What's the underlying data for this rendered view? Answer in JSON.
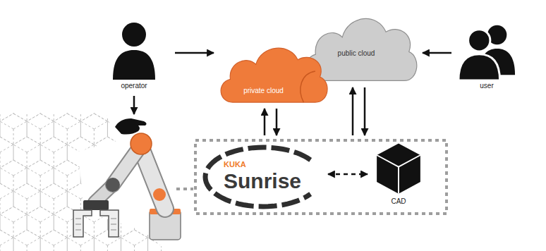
{
  "diagram": {
    "nodes": [
      {
        "text": [
          "operator"
        ]
      },
      {
        "text": [
          "private cloud"
        ]
      },
      {
        "text": [
          "public cloud"
        ]
      },
      {
        "text": [
          "user"
        ]
      },
      {
        "text": []
      },
      {
        "text": [
          "KUKA",
          "Sunrise"
        ],
        "in": 4
      },
      {
        "text": [
          "CAD"
        ],
        "in": 4
      }
    ],
    "edges": [
      {
        "from": 0,
        "to": 1,
        "arrow": "to"
      },
      {
        "from": 3,
        "to": 2,
        "arrow": "to"
      },
      {
        "from": 4,
        "to": 1,
        "arrow": "to"
      },
      {
        "from": 1,
        "to": 4,
        "arrow": "to"
      },
      {
        "from": 4,
        "to": 2,
        "arrow": "to"
      },
      {
        "from": 2,
        "to": 4,
        "arrow": "to"
      },
      {
        "from": 5,
        "to": 6,
        "arrow": "both"
      }
    ]
  }
}
